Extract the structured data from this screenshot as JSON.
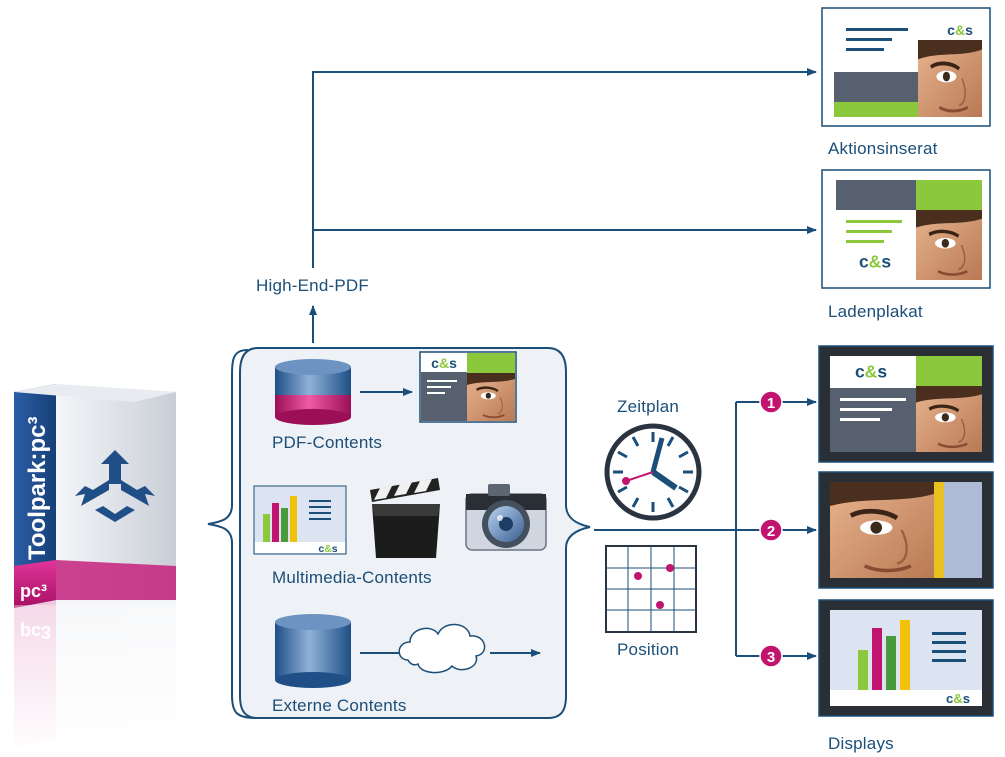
{
  "product": {
    "name": "Toolpark:pc³",
    "badge": "pc³"
  },
  "brand": {
    "logo_text": "c&s"
  },
  "labels": {
    "high_end_pdf": "High-End-PDF",
    "pdf_contents": "PDF-Contents",
    "multimedia_contents": "Multimedia-Contents",
    "externe_contents": "Externe Contents",
    "zeitplan": "Zeitplan",
    "position": "Position",
    "aktionsinserat": "Aktionsinserat",
    "ladenplakat": "Ladenplakat",
    "displays": "Displays"
  },
  "display_markers": [
    "1",
    "2",
    "3"
  ],
  "colors": {
    "line": "#1b4e78",
    "accent_magenta": "#c0146e",
    "accent_green": "#8cc83c",
    "slate": "#56606e",
    "box_blue": "#2d5aa0"
  }
}
